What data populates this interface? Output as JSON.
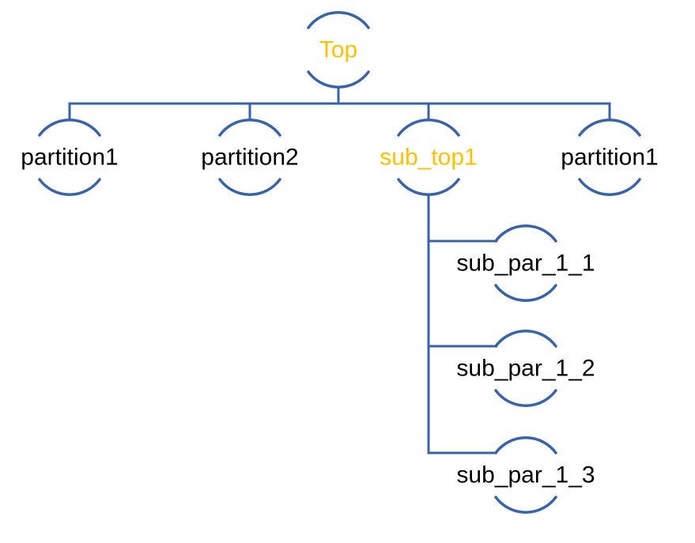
{
  "colors": {
    "line": "#3763AC",
    "accent_text": "#FFC000",
    "node_text": "#000000",
    "background": "#FFFFFF"
  },
  "tree": {
    "label": "Top",
    "highlighted": true,
    "children": [
      {
        "label": "partition1",
        "highlighted": false,
        "children": []
      },
      {
        "label": "partition2",
        "highlighted": false,
        "children": []
      },
      {
        "label": "sub_top1",
        "highlighted": true,
        "children": [
          {
            "label": "sub_par_1_1",
            "highlighted": false,
            "children": []
          },
          {
            "label": "sub_par_1_2",
            "highlighted": false,
            "children": []
          },
          {
            "label": "sub_par_1_3",
            "highlighted": false,
            "children": []
          }
        ]
      },
      {
        "label": "partition1",
        "highlighted": false,
        "children": []
      }
    ]
  }
}
